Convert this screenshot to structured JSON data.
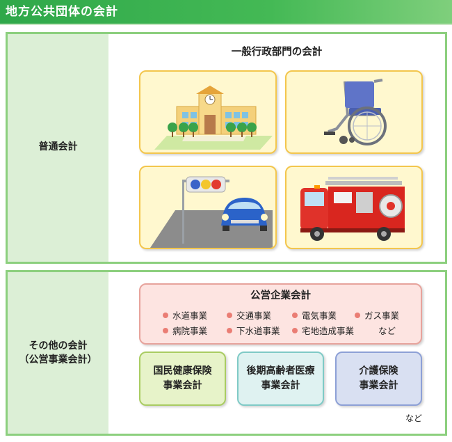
{
  "title": "地方公共団体の会計",
  "general": {
    "left_label": "普通会計",
    "header": "一般行政部門の会計",
    "illustrations": [
      "school-illustration",
      "wheelchair-illustration",
      "traffic-signal-car-illustration",
      "fire-truck-illustration"
    ]
  },
  "other": {
    "left_label_line1": "その他の会計",
    "left_label_line2": "（公営事業会計）",
    "public_enterprise": {
      "title": "公営企業会計",
      "items_row1": [
        "水道事業",
        "交通事業",
        "電気事業",
        "ガス事業"
      ],
      "items_row2": [
        "病院事業",
        "下水道事業",
        "宅地造成事業"
      ],
      "etc": "など"
    },
    "funds": [
      {
        "line1": "国民健康保険",
        "line2": "事業会計"
      },
      {
        "line1": "後期高齢者医療",
        "line2": "事業会計"
      },
      {
        "line1": "介護保険",
        "line2": "事業会計"
      }
    ],
    "etc": "など"
  },
  "colors": {
    "title_bar": "#2fa84a",
    "border_green": "#8ccf7e",
    "left_col": "#dcefd6",
    "card_yellow": "#fff8cf",
    "card_border_yellow": "#f3c64d",
    "enterprise_pink": "#fde4e1",
    "bullet": "#ea7d74",
    "fund_green": "#e7f3c9",
    "fund_teal": "#dff2f1",
    "fund_blue": "#d9e0f2"
  }
}
